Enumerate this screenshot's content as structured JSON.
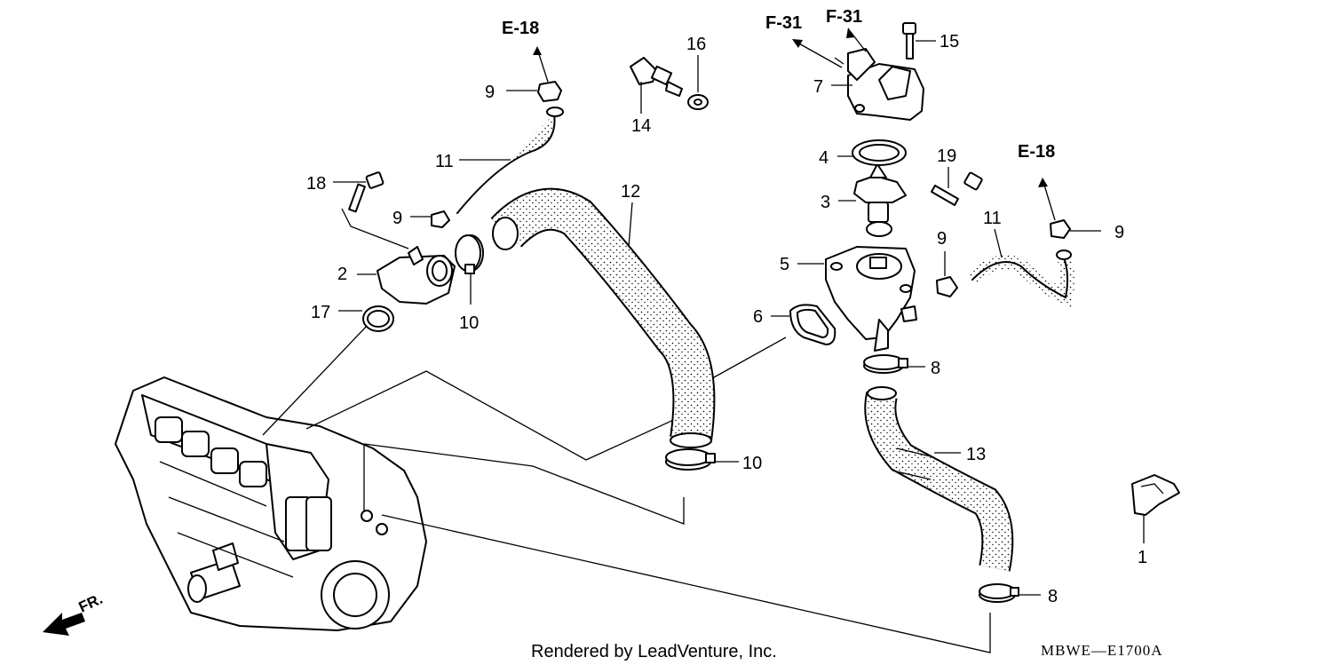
{
  "callouts": {
    "p1": "1",
    "p2": "2",
    "p3": "3",
    "p4": "4",
    "p5": "5",
    "p6": "6",
    "p7": "7",
    "p8a": "8",
    "p8b": "8",
    "p9a": "9",
    "p9b": "9",
    "p9c": "9",
    "p9d": "9",
    "p10a": "10",
    "p10b": "10",
    "p11a": "11",
    "p11b": "11",
    "p12": "12",
    "p13": "13",
    "p14": "14",
    "p15": "15",
    "p16": "16",
    "p17": "17",
    "p18": "18",
    "p19": "19"
  },
  "refs": {
    "e18_left": "E-18",
    "e18_right": "E-18",
    "f31_a": "F-31",
    "f31_b": "F-31"
  },
  "direction": {
    "front": "FR."
  },
  "footer": {
    "credit": "Rendered by LeadVenture, Inc.",
    "diagram_code": "MBWE—E1700A"
  }
}
